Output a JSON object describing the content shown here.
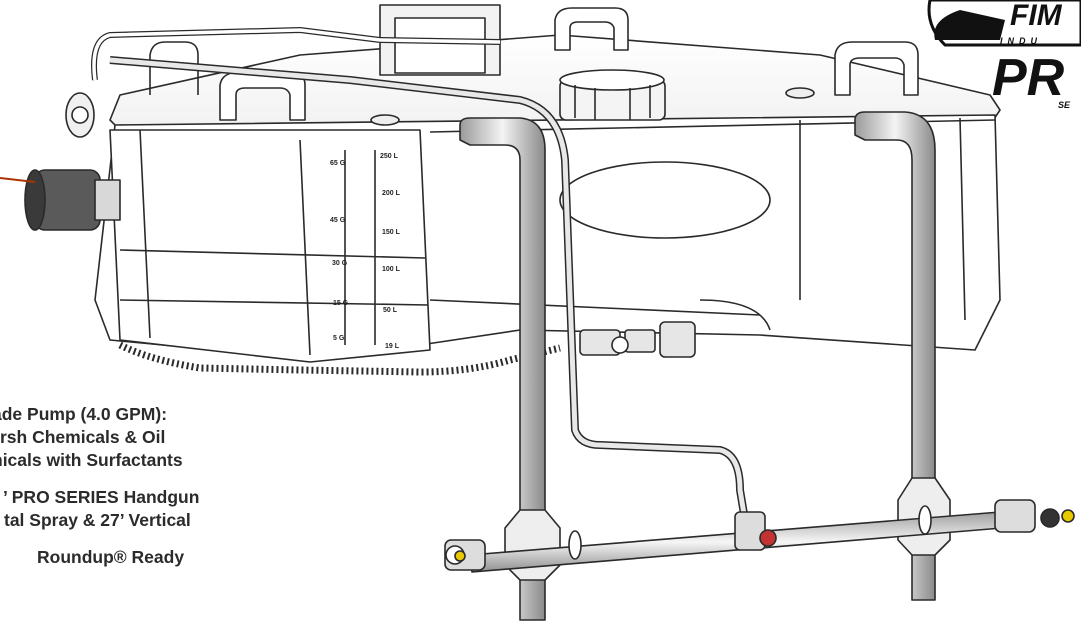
{
  "features": [
    {
      "lines": [
        "ade Pump (4.0 GPM):",
        "rsh Chemicals & Oil",
        "nicals with Surfactants"
      ]
    },
    {
      "lines": [
        "’ PRO SERIES Handgun",
        "tal Spray & 27’ Vertical"
      ]
    },
    {
      "lines": [
        "Roundup® Ready"
      ]
    }
  ],
  "logo": {
    "line1": "FIM",
    "line2": "INDU",
    "line3": "PR",
    "line4": "SE"
  },
  "tank_scale": {
    "gallons": [
      "65 G",
      "45 G",
      "30 G",
      "15 G",
      "5 G"
    ],
    "liters": [
      "250 L",
      "200 L",
      "150 L",
      "100 L",
      "50 L",
      "19 L"
    ]
  },
  "colors": {
    "line": "#2a2a2a",
    "text": "#2b2b2b",
    "fill": "#ffffff",
    "shade": "#e8e8e8"
  }
}
